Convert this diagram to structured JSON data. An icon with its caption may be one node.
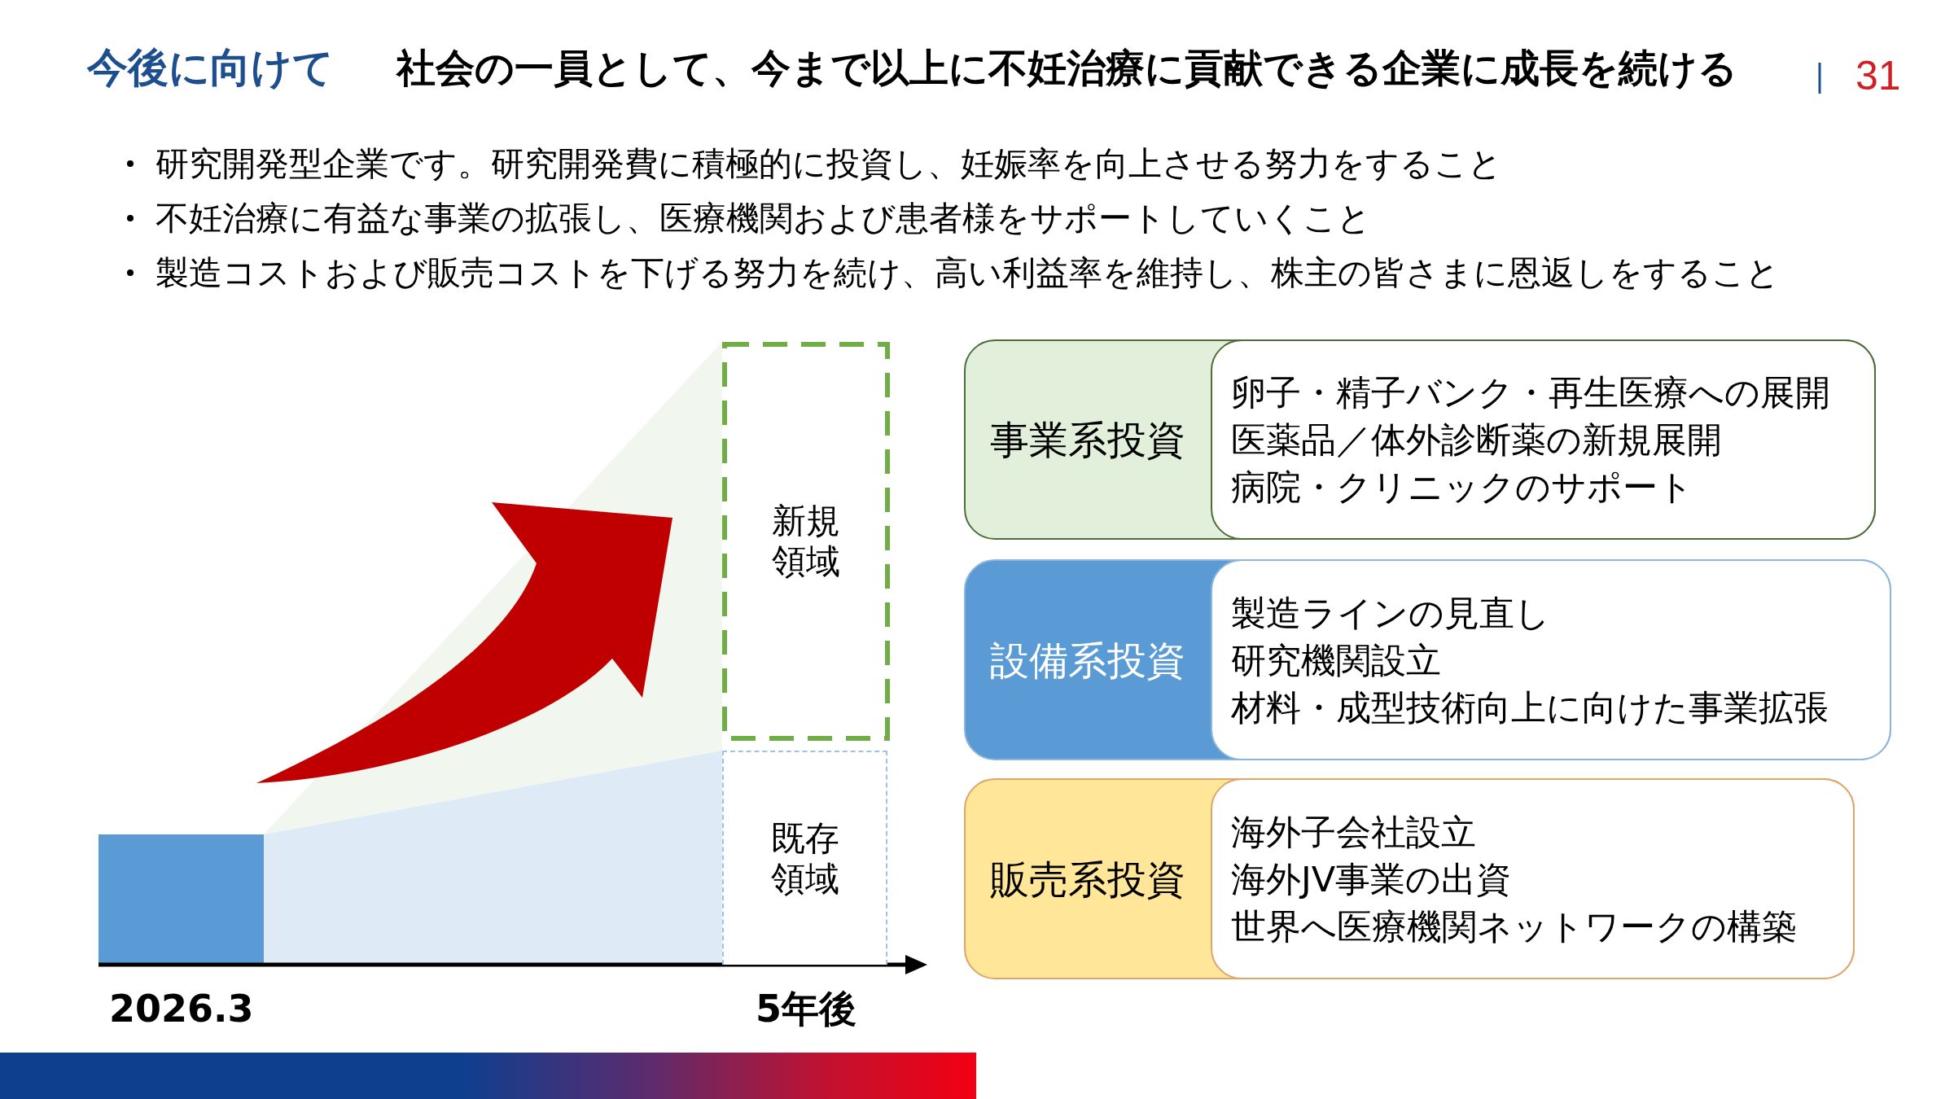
{
  "diagram": {
    "title": "今後に向けて",
    "nodes": [
      {
        "text": [
          "新規領域"
        ]
      },
      {
        "text": [
          "既存領域"
        ]
      },
      {
        "text": [
          "事業系投資"
        ]
      },
      {
        "text": [
          "卵子・精子バンク・再生医療への展開",
          "医薬品／体外診断薬の新規展開",
          "病院・クリニックのサポート"
        ],
        "in": 2
      },
      {
        "text": [
          "設備系投資"
        ]
      },
      {
        "text": [
          "製造ラインの見直し",
          "研究機関設立",
          "材料・成型技術向上に向けた事業拡張"
        ],
        "in": 4
      },
      {
        "text": [
          "販売系投資"
        ]
      },
      {
        "text": [
          "海外子会社設立",
          "海外JV事業の出資",
          "世界へ医療機関ネットワークの構築"
        ],
        "in": 6
      },
      {
        "text": [],
        "shape": "bar"
      }
    ],
    "labels": [
      "社会の一員として、今まで以上に不妊治療に貢献できる企業に成長を続ける",
      "31",
      "研究開発型企業です。研究開発費に積極的に投資し、妊娠率を向上させる努力をすること",
      "不妊治療に有益な事業の拡張し、医療機関および患者様をサポートしていくこと",
      "製造コストおよび販売コストを下げる努力を続け、高い利益率を維持し、株主の皆さまに恩返しをすること",
      "2026.3",
      "5年後"
    ]
  }
}
